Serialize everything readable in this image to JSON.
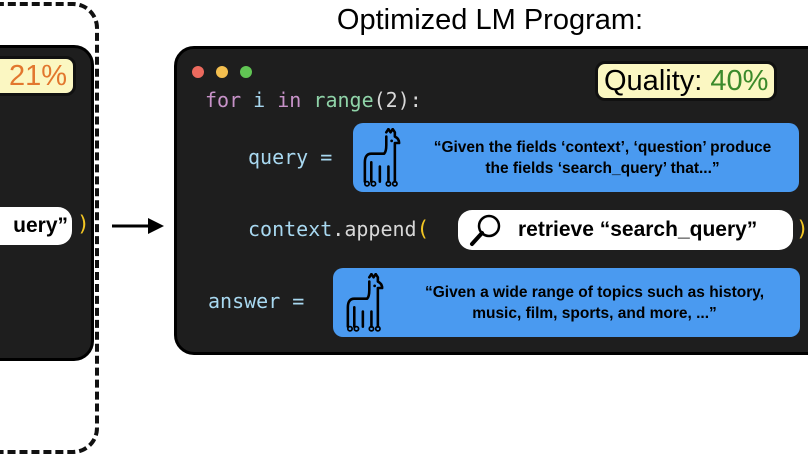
{
  "left_panel": {
    "quality_value": "21%",
    "quality_color": "#e2772e",
    "retrieve_fragment": "uery”",
    "close_paren": ")"
  },
  "arrow_icon": "right-arrow",
  "title": "Optimized LM Program:",
  "window": {
    "dots": [
      "#ec6a5e",
      "#f4bf4f",
      "#61c554"
    ],
    "quality_label": "Quality:",
    "quality_value": "40%",
    "quality_color": "#3b8a2b",
    "loop": {
      "kw_for": "for",
      "var": "i",
      "kw_in": "in",
      "fn": "range",
      "args": "(2):"
    },
    "query_lhs": "query =",
    "query_module": {
      "icon": "llama-icon",
      "line1": "“Given the fields ‘context’, ‘question’ produce",
      "line2": "the fields ‘search_query’ that...”"
    },
    "context_lhs": "context",
    "context_method": ".append",
    "open_paren": "(",
    "retrieve": {
      "icon": "magnifier-icon",
      "label": "retrieve “search_query”"
    },
    "close_paren": ")",
    "answer_lhs": "answer =",
    "answer_module": {
      "icon": "llama-icon",
      "line1": "“Given a wide range of topics such as history,",
      "line2": "music, film, sports, and more, ...”"
    }
  }
}
